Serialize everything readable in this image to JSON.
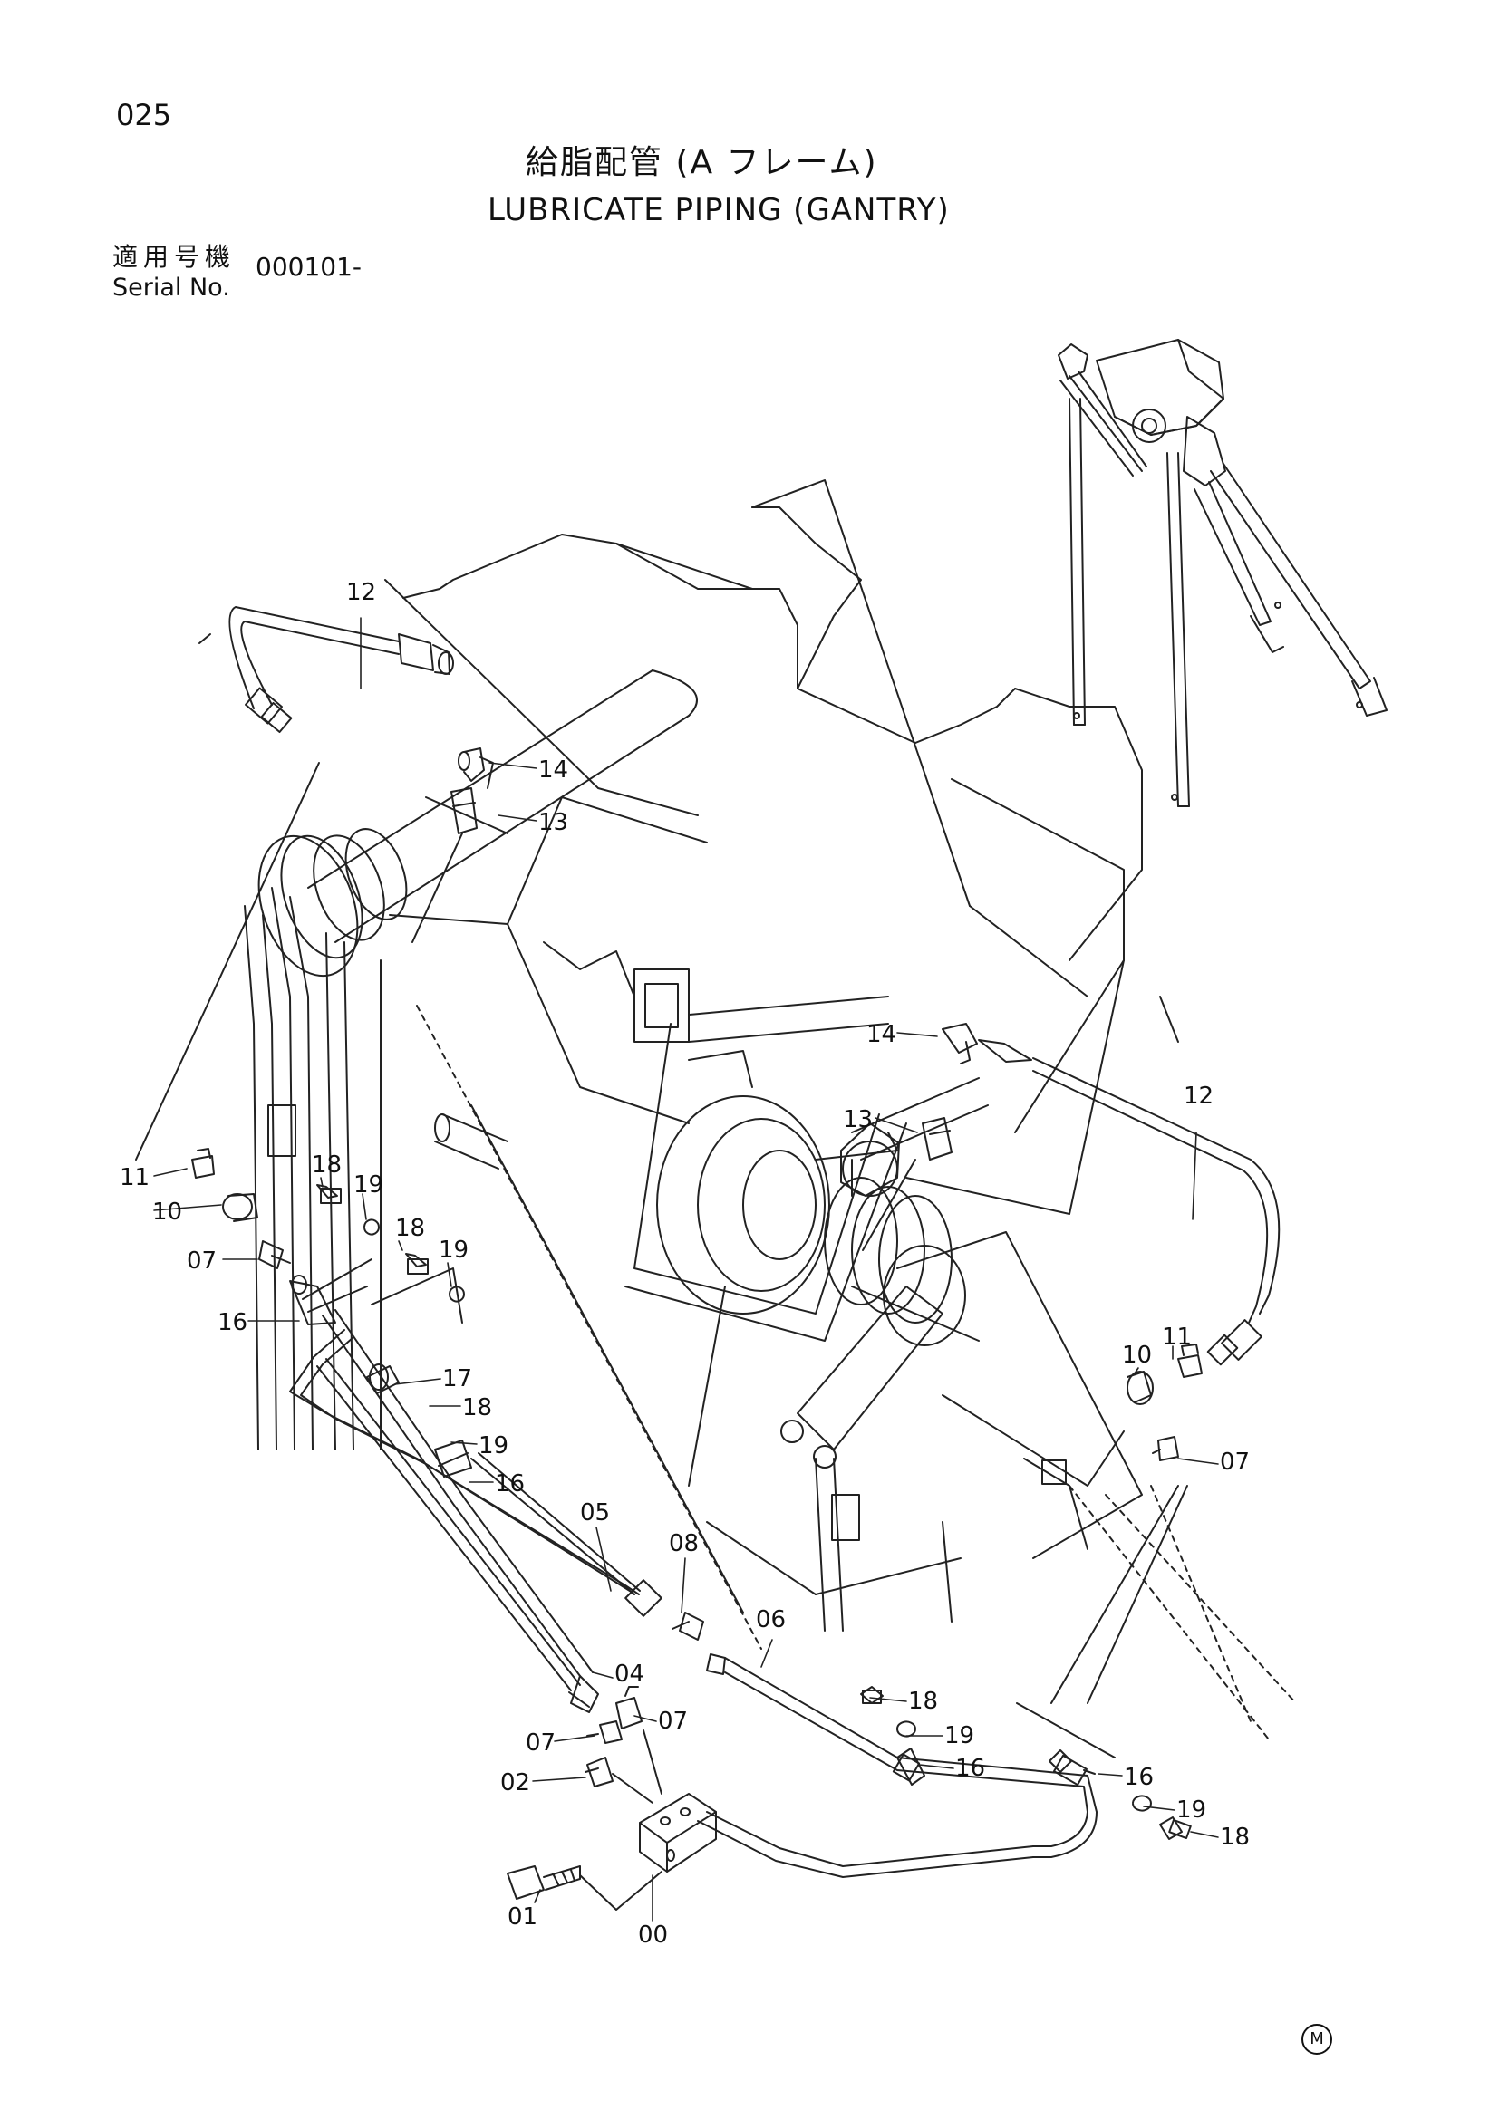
{
  "header": {
    "page_number": "025",
    "title_jp": "給脂配管 (A フレーム)",
    "title_en": "LUBRICATE PIPING (GANTRY)",
    "serial_label_jp": "適用号機",
    "serial_label_en": "Serial No.",
    "serial_value": "000101-"
  },
  "footer": {
    "maker_mark": "M"
  },
  "callouts": {
    "c12a": "12",
    "c14a": "14",
    "c13a": "13",
    "c14b": "14",
    "c13b": "13",
    "c12b": "12",
    "c11a": "11",
    "c10a": "10",
    "c07a": "07",
    "c16a": "16",
    "c18a": "18",
    "c19a": "19",
    "c18b": "18",
    "c19b": "19",
    "c17": "17",
    "c18c": "18",
    "c19c": "19",
    "c16b": "16",
    "c05": "05",
    "c08": "08",
    "c06": "06",
    "c04": "04",
    "c07b": "07",
    "c07c": "07",
    "c02": "02",
    "c01": "01",
    "c00": "00",
    "c18d": "18",
    "c19d": "19",
    "c16c": "16",
    "c16d": "16",
    "c19e": "19",
    "c18e": "18",
    "c10b": "10",
    "c11b": "11",
    "c07d": "07"
  }
}
